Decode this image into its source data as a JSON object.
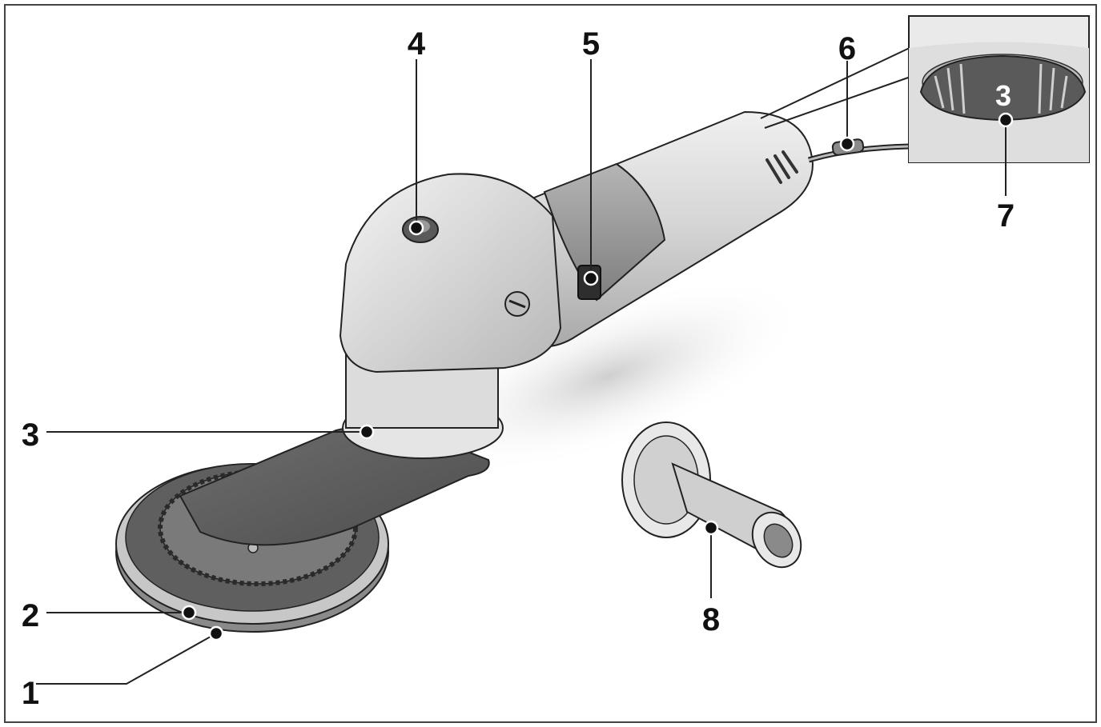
{
  "callouts": [
    {
      "id": "1",
      "label": "1"
    },
    {
      "id": "2",
      "label": "2"
    },
    {
      "id": "3",
      "label": "3"
    },
    {
      "id": "4",
      "label": "4"
    },
    {
      "id": "5",
      "label": "5"
    },
    {
      "id": "6",
      "label": "6"
    },
    {
      "id": "7",
      "label": "7"
    },
    {
      "id": "8",
      "label": "8"
    }
  ],
  "inset": {
    "dial_value": "3"
  },
  "colors": {
    "frame": "#444444",
    "body_light": "#d9d9d9",
    "body_mid": "#a9a9a9",
    "body_dark": "#7a7a7a",
    "disc_dark": "#5f5f5f"
  }
}
